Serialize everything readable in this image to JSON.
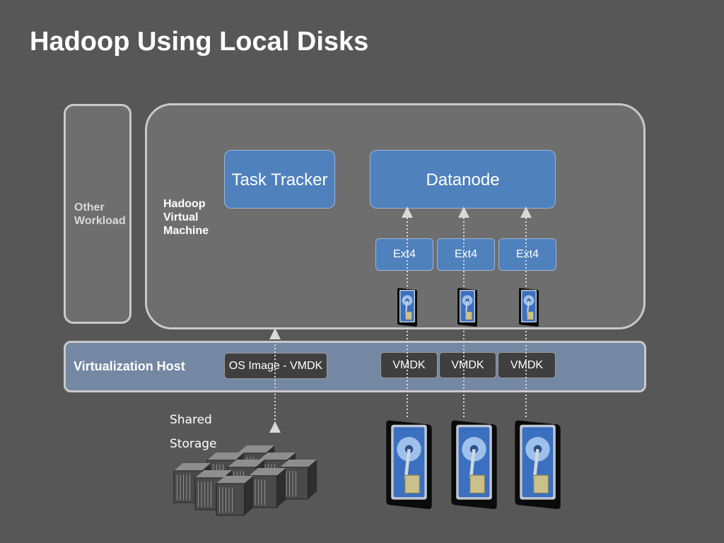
{
  "title": "Hadoop Using Local Disks",
  "other_workload": {
    "line1": "Other",
    "line2": "Workload"
  },
  "hadoop_vm": {
    "line1": "Hadoop",
    "line2": "Virtual",
    "line3": "Machine"
  },
  "task_tracker": "Task Tracker",
  "datanode": "Datanode",
  "ext4": [
    "Ext4",
    "Ext4",
    "Ext4"
  ],
  "virtualization_host": "Virtualization Host",
  "os_image": "OS Image - VMDK",
  "vmdk": [
    "VMDK",
    "VMDK",
    "VMDK"
  ],
  "shared_storage": {
    "line1": "Shared",
    "line2": "Storage"
  },
  "icons": {
    "disk": "hard-disk-icon",
    "servers": "server-rack-icon"
  },
  "colors": {
    "background": "#575757",
    "blue": "#4f81bd",
    "host": "#7488a3",
    "panel": "#6e6e6e"
  }
}
